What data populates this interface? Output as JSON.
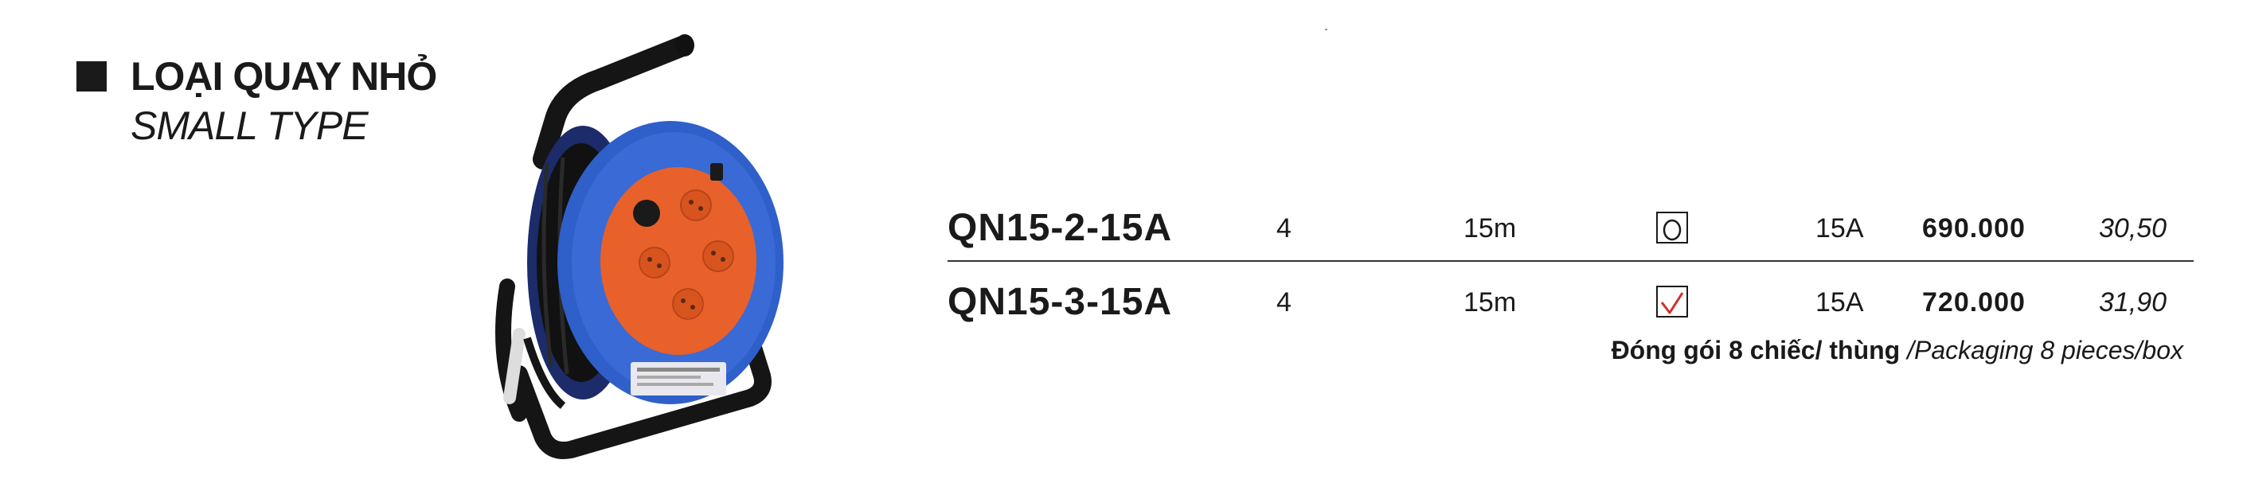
{
  "title": {
    "vi": "LOẠI QUAY NHỎ",
    "en": "SMALL TYPE"
  },
  "products": [
    {
      "code": "QN15-2-15A",
      "quantity": "4",
      "length": "15m",
      "mark": "circle-icon",
      "current": "15A",
      "price": "690.000",
      "weight": "30,50"
    },
    {
      "code": "QN15-3-15A",
      "quantity": "4",
      "length": "15m",
      "mark": "checkmark-icon",
      "current": "15A",
      "price": "720.000",
      "weight": "31,90"
    }
  ],
  "packaging": {
    "vi": "Đóng gói 8 chiếc/ thùng",
    "en": "/Packaging 8 pieces/box"
  },
  "colors": {
    "text": "#1a1a1a",
    "reel_blue": "#2f5fc9",
    "reel_orange": "#e8602a",
    "check_red": "#d0302a"
  }
}
